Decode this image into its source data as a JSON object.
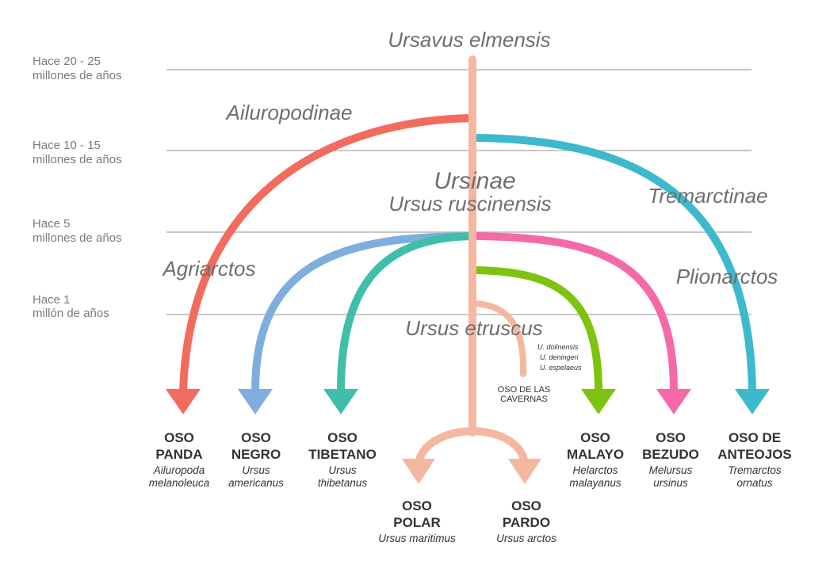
{
  "colors": {
    "panda": "#f26b5f",
    "negro": "#7eaedd",
    "tibetano": "#3fbfab",
    "malayo": "#7dc30f",
    "bezudo": "#f46aa8",
    "anteojos": "#3cb9cd",
    "trunk": "#f4b8a0",
    "grid": "#c8c8c8"
  },
  "time_levels": [
    {
      "line1": "Hace 20 - 25",
      "line2": "millones de años"
    },
    {
      "line1": "Hace 10 - 15",
      "line2": "millones de años"
    },
    {
      "line1": "Hace 5",
      "line2": "millones de años"
    },
    {
      "line1": "Hace 1",
      "line2": "millón de años"
    }
  ],
  "taxa": {
    "root": "Ursavus elmensis",
    "ailuropodinae": "Ailuropodinae",
    "tremarctinae": "Tremarctinae",
    "ursinae": "Ursinae",
    "ruscinensis": "Ursus ruscinensis",
    "agriarctos": "Agriarctos",
    "plionarctos": "Plionarctos",
    "etruscus": "Ursus etruscus"
  },
  "cave_species": [
    "U. dolinensis",
    "U. deningeri",
    "U. espelaeus"
  ],
  "cave_bear": {
    "line1": "OSO DE LAS",
    "line2": "CAVERNAS"
  },
  "species": [
    {
      "id": "panda",
      "name1": "OSO",
      "name2": "PANDA",
      "sci1": "Ailuropoda",
      "sci2": "melanoleuca"
    },
    {
      "id": "negro",
      "name1": "OSO",
      "name2": "NEGRO",
      "sci1": "Ursus",
      "sci2": "americanus"
    },
    {
      "id": "tibetano",
      "name1": "OSO",
      "name2": "TIBETANO",
      "sci1": "Ursus",
      "sci2": "thibetanus"
    },
    {
      "id": "malayo",
      "name1": "OSO",
      "name2": "MALAYO",
      "sci1": "Helarctos",
      "sci2": "malayanus"
    },
    {
      "id": "bezudo",
      "name1": "OSO",
      "name2": "BEZUDO",
      "sci1": "Melursus",
      "sci2": "ursinus"
    },
    {
      "id": "anteojos",
      "name1": "OSO DE",
      "name2": "ANTEOJOS",
      "sci1": "Tremarctos",
      "sci2": "ornatus"
    }
  ],
  "bottom_species": [
    {
      "id": "polar",
      "name1": "OSO",
      "name2": "POLAR",
      "sci": "Ursus maritimus"
    },
    {
      "id": "pardo",
      "name1": "OSO",
      "name2": "PARDO",
      "sci": "Ursus arctos"
    }
  ]
}
